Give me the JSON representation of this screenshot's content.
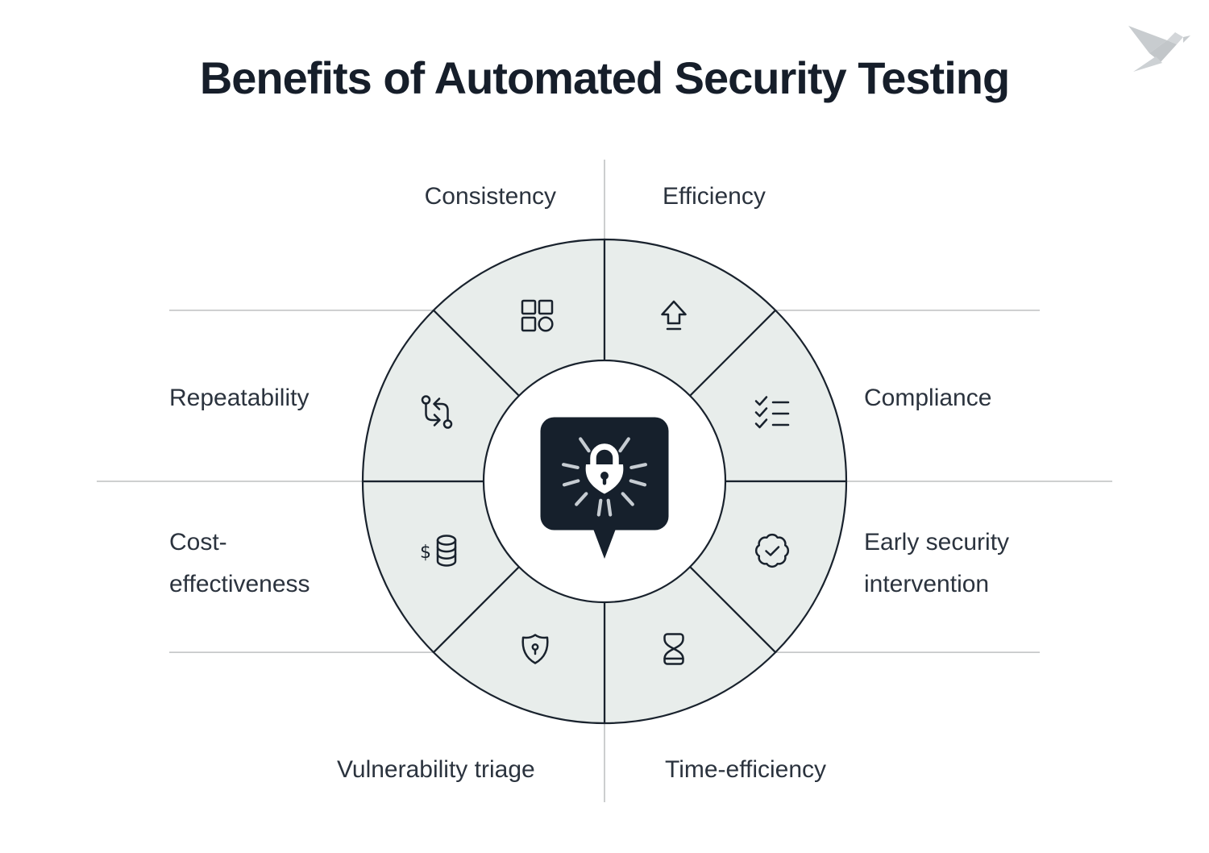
{
  "title": "Benefits of Automated Security Testing",
  "logo": {
    "icon": "origami-bird-icon"
  },
  "center": {
    "icon": "padlock-burst-icon",
    "background": "#16202c"
  },
  "wheel": {
    "segments": [
      {
        "id": "consistency",
        "label": "Consistency",
        "icon": "grid-shapes-icon"
      },
      {
        "id": "efficiency",
        "label": "Efficiency",
        "icon": "arrow-up-icon"
      },
      {
        "id": "repeatability",
        "label": "Repeatability",
        "icon": "repeat-arrows-icon"
      },
      {
        "id": "compliance",
        "label": "Compliance",
        "icon": "checklist-icon"
      },
      {
        "id": "cost-effectiveness",
        "label_line1": "Cost-",
        "label_line2": "effectiveness",
        "icon": "dollar-coins-icon"
      },
      {
        "id": "early-security-intervention",
        "label_line1": "Early security",
        "label_line2": "intervention",
        "icon": "badge-check-icon"
      },
      {
        "id": "vulnerability-triage",
        "label": "Vulnerability triage",
        "icon": "shield-keyhole-icon"
      },
      {
        "id": "time-efficiency",
        "label": "Time-efficiency",
        "icon": "hourglass-icon"
      }
    ]
  },
  "colors": {
    "segment_fill": "#e8edeb",
    "segment_stroke": "#19222d",
    "callout_line": "#c7c9ca",
    "title_text": "#161e2a",
    "label_text": "#2b333e",
    "center_box": "#16202c",
    "ray": "#c6ccd2",
    "logo_gray": "#c8cccf"
  }
}
